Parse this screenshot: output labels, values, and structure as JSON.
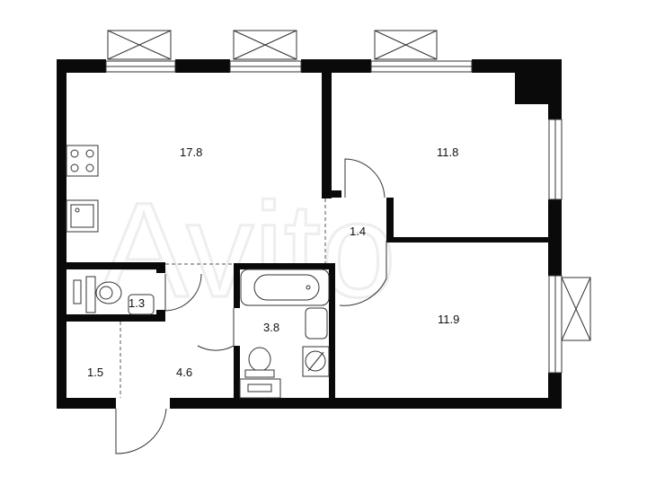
{
  "plan": {
    "watermark": "Avito",
    "colors": {
      "wall": "#0a0a0a",
      "line": "#222222",
      "background": "#ffffff",
      "watermark": "#eeeeee"
    },
    "rooms": [
      {
        "id": "kitchen_living",
        "label": "17.8"
      },
      {
        "id": "bedroom_1",
        "label": "11.8"
      },
      {
        "id": "corridor",
        "label": "1.4"
      },
      {
        "id": "bedroom_2",
        "label": "11.9"
      },
      {
        "id": "toilet",
        "label": "1.3"
      },
      {
        "id": "bathroom",
        "label": "3.8"
      },
      {
        "id": "storage",
        "label": "1.5"
      },
      {
        "id": "hallway",
        "label": "4.6"
      }
    ],
    "fixtures": [
      "stove",
      "kitchen-sink",
      "toilet",
      "washbasin",
      "bathtub",
      "washing-machine",
      "windows",
      "balconies",
      "doors"
    ]
  }
}
